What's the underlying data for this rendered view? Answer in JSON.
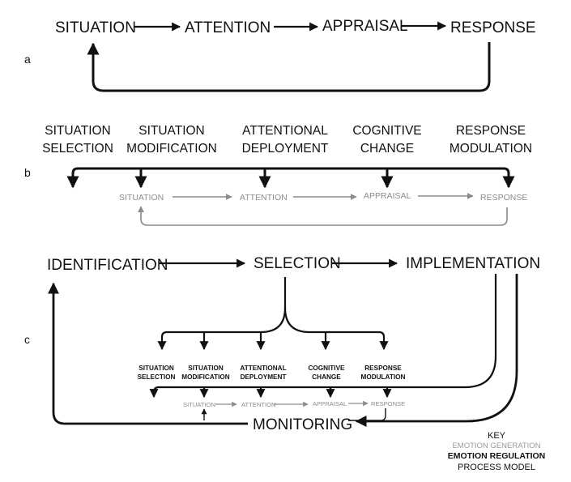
{
  "panel_a": {
    "letter": "a",
    "stages": [
      "SITUATION",
      "ATTENTION",
      "APPRAISAL",
      "RESPONSE"
    ]
  },
  "panel_b": {
    "letter": "b",
    "strategies": [
      {
        "line1": "SITUATION",
        "line2": "SELECTION"
      },
      {
        "line1": "SITUATION",
        "line2": "MODIFICATION"
      },
      {
        "line1": "ATTENTIONAL",
        "line2": "DEPLOYMENT"
      },
      {
        "line1": "COGNITIVE",
        "line2": "CHANGE"
      },
      {
        "line1": "RESPONSE",
        "line2": "MODULATION"
      }
    ],
    "stages": [
      "SITUATION",
      "ATTENTION",
      "APPRAISAL",
      "RESPONSE"
    ]
  },
  "panel_c": {
    "letter": "c",
    "steps": [
      "IDENTIFICATION",
      "SELECTION",
      "IMPLEMENTATION"
    ],
    "monitoring": "MONITORING",
    "strategies": [
      {
        "line1": "SITUATION",
        "line2": "SELECTION"
      },
      {
        "line1": "SITUATION",
        "line2": "MODIFICATION"
      },
      {
        "line1": "ATTENTIONAL",
        "line2": "DEPLOYMENT"
      },
      {
        "line1": "COGNITIVE",
        "line2": "CHANGE"
      },
      {
        "line1": "RESPONSE",
        "line2": "MODULATION"
      }
    ],
    "stages": [
      "SITUATION",
      "ATTENTION",
      "APPRAISAL",
      "RESPONSE"
    ]
  },
  "key": {
    "title": "KEY",
    "generation": "EMOTION GENERATION",
    "regulation": "EMOTION REGULATION",
    "process_model": "PROCESS MODEL"
  },
  "colors": {
    "black": "#111111",
    "grey": "#8c8c8c"
  }
}
